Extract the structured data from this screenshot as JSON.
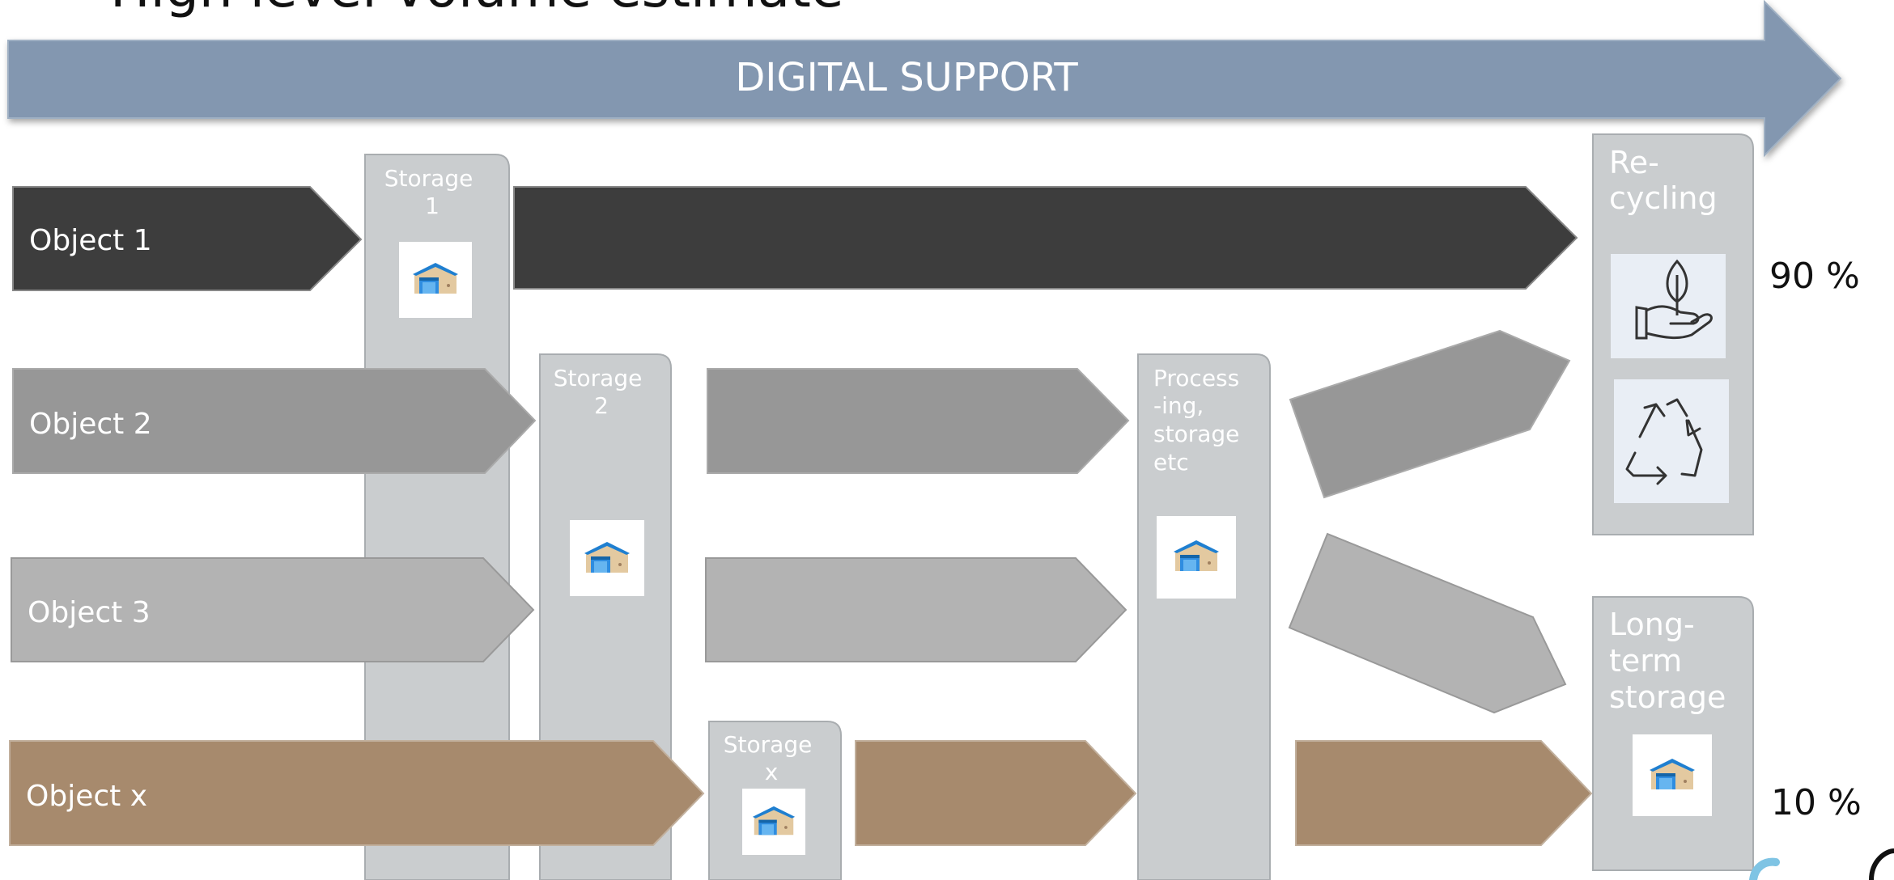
{
  "title": "High level volume estimate",
  "banner": {
    "label": "DIGITAL SUPPORT"
  },
  "objects": [
    {
      "label": "Object 1"
    },
    {
      "label": "Object 2"
    },
    {
      "label": "Object 3"
    },
    {
      "label": "Object x"
    }
  ],
  "storages": [
    {
      "lines": [
        "Storage",
        "1"
      ]
    },
    {
      "lines": [
        "Storage",
        "2"
      ]
    },
    {
      "lines": [
        "Storage",
        "x"
      ]
    }
  ],
  "processing": {
    "lines": [
      "Process",
      "-ing,",
      "storage",
      "etc"
    ]
  },
  "recycling": {
    "lines": [
      "Re-",
      "cycling"
    ],
    "icons": [
      "plant-in-hand-icon",
      "recycle-arrows-icon"
    ]
  },
  "long_term": {
    "lines": [
      "Long-",
      "term",
      "storage"
    ]
  },
  "percentages": {
    "recycling": "90 %",
    "long_term": "10 %"
  },
  "colors": {
    "banner": "#8397b0",
    "object1": "#3d3d3d",
    "object2": "#979797",
    "object3": "#b3b3b3",
    "objectx": "#a78a6d",
    "storage": "#cacdcf",
    "icon_bg": "#e9eef5"
  }
}
